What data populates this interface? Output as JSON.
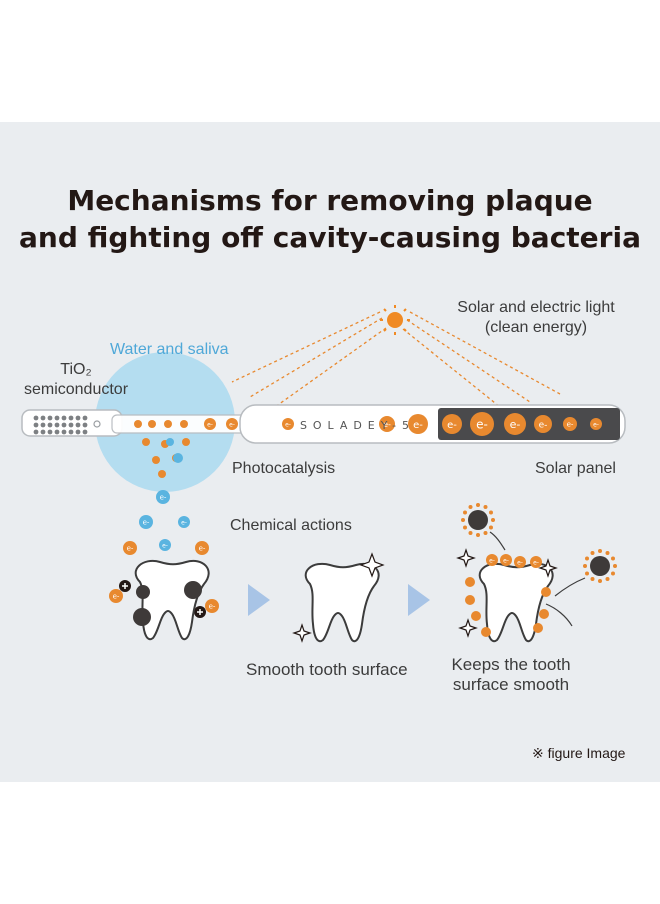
{
  "title": {
    "line1": "Mechanisms for removing plaque",
    "line2": "and fighting off cavity-causing bacteria"
  },
  "labels": {
    "light_line1": "Solar and electric light",
    "light_line2": "(clean energy)",
    "water": "Water and saliva",
    "tio2_line1": "TiO₂",
    "tio2_line2": "semiconductor",
    "photocatalysis": "Photocatalysis",
    "solar_panel": "Solar panel",
    "chemical": "Chemical actions",
    "smooth": "Smooth tooth surface",
    "keeps_line1": "Keeps the tooth",
    "keeps_line2": "surface smooth"
  },
  "handle_brand": "SOLADEY-5",
  "electron_symbol": "e-",
  "footnote": "※ figure Image",
  "colors": {
    "panel": "#eaedf0",
    "electron": "#e8892f",
    "electron_blue": "#5ab4e0",
    "sun": "#f08a24",
    "water": "#a6d8f0",
    "arrow": "#a8c4e6",
    "bacteria": "#3e3a39"
  }
}
